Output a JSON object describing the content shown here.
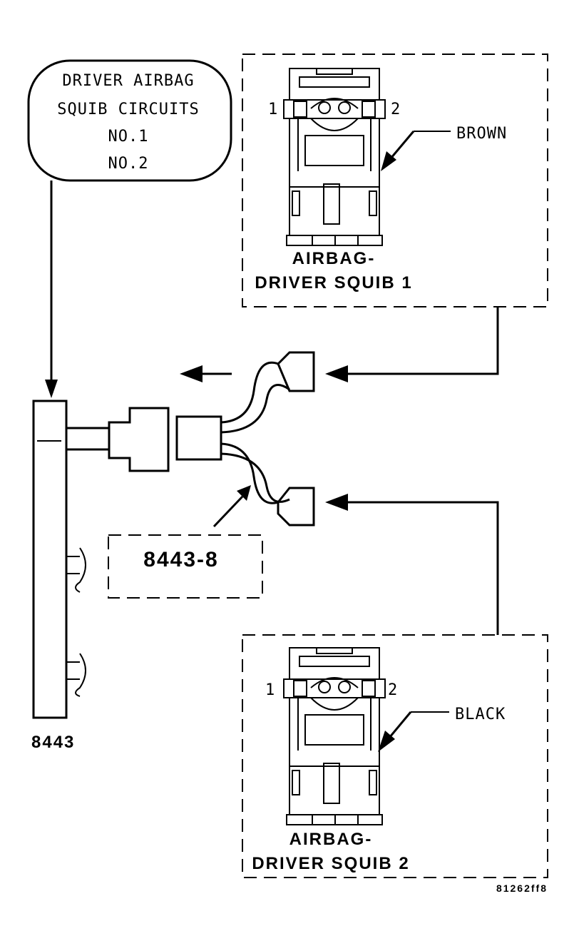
{
  "callout": {
    "line1": "DRIVER AIRBAG",
    "line2": "SQUIB CIRCUITS",
    "line3": "NO.1",
    "line4": "NO.2"
  },
  "squib1": {
    "pin1": "1",
    "pin2": "2",
    "wire_color": "BROWN",
    "title_line1": "AIRBAG-",
    "title_line2": "DRIVER SQUIB 1"
  },
  "squib2": {
    "pin1": "1",
    "pin2": "2",
    "wire_color": "BLACK",
    "title_line1": "AIRBAG-",
    "title_line2": "DRIVER SQUIB 2"
  },
  "adapter_label": "8443-8",
  "tool_label": "8443",
  "figure_id": "81262ff8",
  "colors": {
    "ink": "#000000",
    "paper": "#ffffff"
  }
}
